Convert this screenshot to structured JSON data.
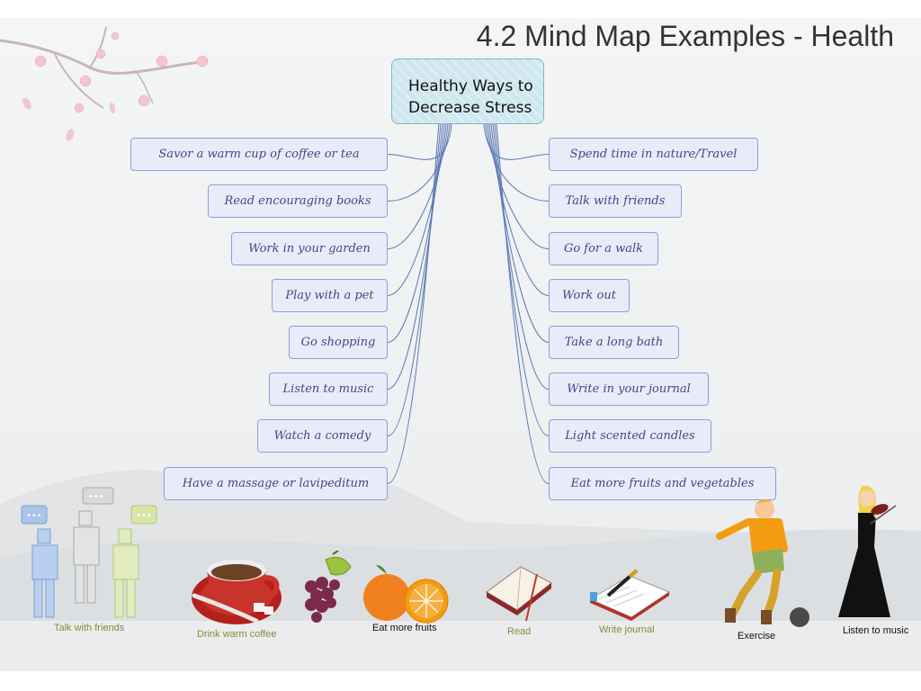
{
  "title": "4.2 Mind Map Examples - Health",
  "central_topic": {
    "line1": "Healthy Ways to",
    "line2": "Decrease Stress"
  },
  "left_branches": [
    "Savor a warm cup of coffee or tea",
    "Read encouraging books",
    "Work in your garden",
    "Play with a pet",
    "Go shopping",
    "Listen to music",
    "Watch a comedy",
    "Have a massage or lavipeditum"
  ],
  "right_branches": [
    "Spend time in nature/Travel",
    "Talk with friends",
    "Go for a walk",
    "Work out",
    "Take a long bath",
    "Write in your journal",
    "Light scented candles",
    "Eat more fruits and vegetables"
  ],
  "illustrations": [
    {
      "icon": "people-talking-icon",
      "caption": "Talk with friends"
    },
    {
      "icon": "coffee-cup-icon",
      "caption": "Drink warm coffee"
    },
    {
      "icon": "fruits-icon",
      "caption": "Eat more fruits"
    },
    {
      "icon": "book-icon",
      "caption": "Read"
    },
    {
      "icon": "journal-pen-icon",
      "caption": "Write journal"
    },
    {
      "icon": "soccer-player-icon",
      "caption": "Exercise"
    },
    {
      "icon": "violinist-icon",
      "caption": "Listen to music"
    }
  ],
  "colors": {
    "node_fill": "#e9ebf9",
    "node_border": "#8c9fdc",
    "node_text": "#3d4a80",
    "central_fill": "#cfe7ef",
    "link": "#5b78b5",
    "caption_olive": "#8a8a3a"
  }
}
